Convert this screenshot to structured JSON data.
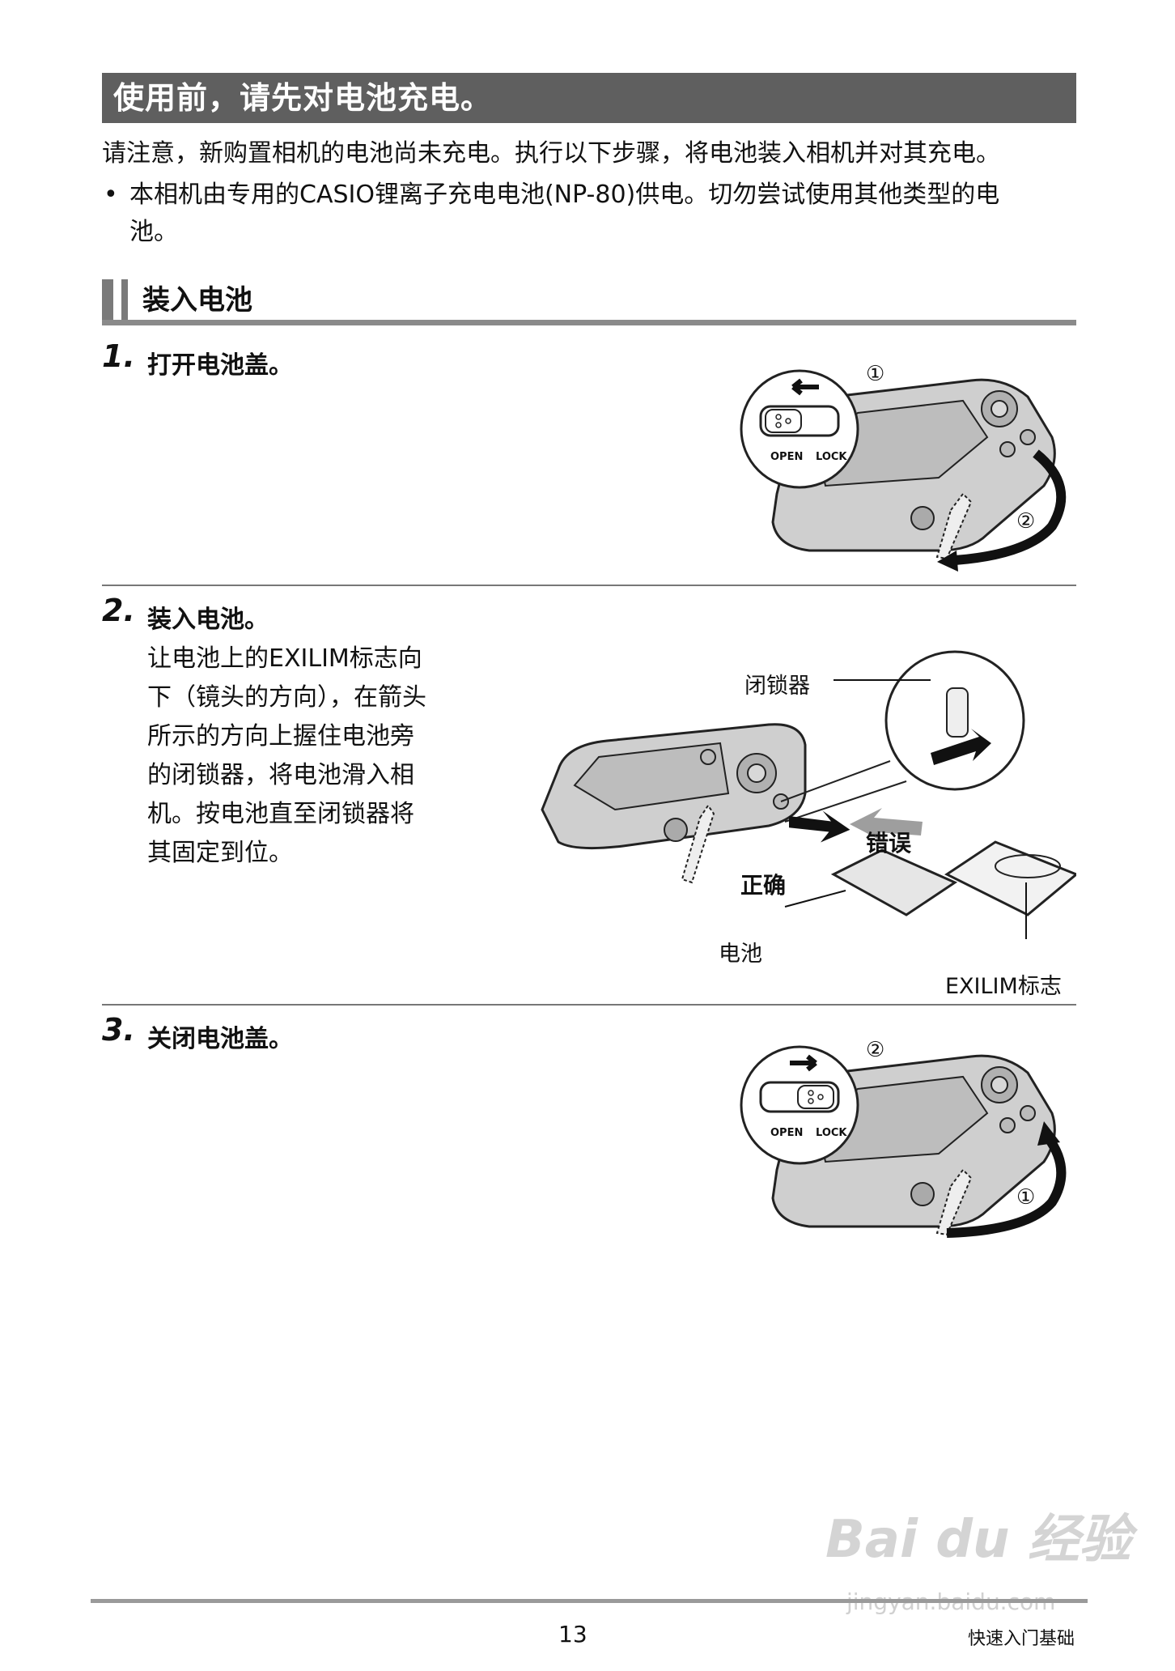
{
  "banner": {
    "title": "使用前，请先对电池充电。"
  },
  "intro": {
    "text": "请注意，新购置相机的电池尚未充电。执行以下步骤，将电池装入相机并对其充电。",
    "bullet_mark": "•",
    "bullet_line1": "本相机由专用的CASIO锂离子充电电池(NP-80)供电。切勿尝试使用其他类型的电",
    "bullet_line2": "池。"
  },
  "section": {
    "title": "装入电池"
  },
  "steps": [
    {
      "number": "1.",
      "title": "打开电池盖。",
      "figure": {
        "circled_1": "①",
        "circled_2": "②",
        "switch_open": "OPEN",
        "switch_lock": "LOCK"
      }
    },
    {
      "number": "2.",
      "title": "装入电池。",
      "body": [
        "让电池上的EXILIM标志向",
        "下（镜头的方向），在箭头",
        "所示的方向上握住电池旁",
        "的闭锁器，将电池滑入相",
        "机。按电池直至闭锁器将",
        "其固定到位。"
      ],
      "figure": {
        "latch_label": "闭锁器",
        "wrong_label": "错误",
        "correct_label": "正确",
        "battery_label": "电池",
        "logo_label": "EXILIM标志"
      }
    },
    {
      "number": "3.",
      "title": "关闭电池盖。",
      "figure": {
        "circled_2": "②",
        "circled_1": "①",
        "switch_open": "OPEN",
        "switch_lock": "LOCK"
      }
    }
  ],
  "footer": {
    "page_number": "13",
    "section_name": "快速入门基础"
  },
  "watermark": {
    "text": "Bai du 经验",
    "url_text": "jingyan.baidu.com"
  }
}
